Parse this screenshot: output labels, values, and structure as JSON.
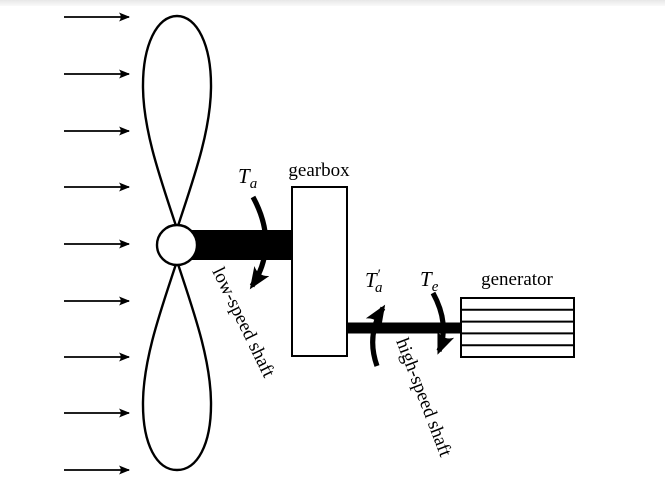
{
  "colors": {
    "ink": "#000000",
    "background": "#ffffff"
  },
  "wind": {
    "arrow_count": 9
  },
  "components": {
    "gearbox_label": "gearbox",
    "generator_label": "generator",
    "low_speed_shaft_label": "low-speed shaft",
    "high_speed_shaft_label": "high-speed shaft"
  },
  "torques": {
    "aerodynamic": {
      "base": "T",
      "sub": "a"
    },
    "aerodynamic_hss": {
      "base": "T",
      "prime": "′",
      "sub": "a"
    },
    "generator": {
      "base": "T",
      "sub": "e"
    }
  }
}
